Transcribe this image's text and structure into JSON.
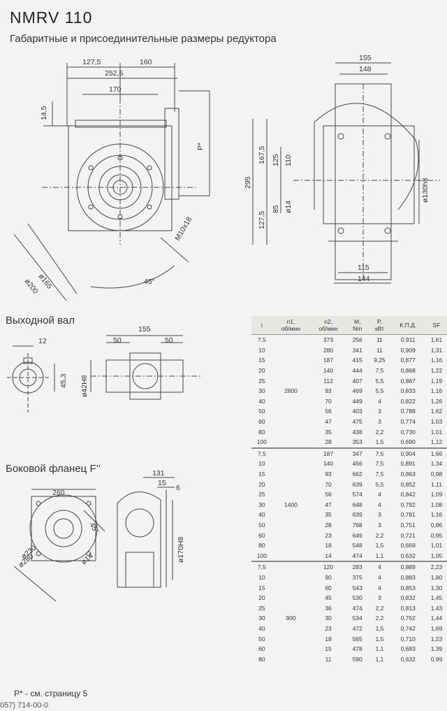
{
  "header": {
    "title": "NMRV   110",
    "subtitle": "Габаритные и присоединительные размеры редуктора"
  },
  "sections": {
    "output_shaft": "Выходной вал",
    "side_flange": "Боковой фланец F’’"
  },
  "dims_main": {
    "d127_5": "127,5",
    "d160": "160",
    "d252_5": "252,5",
    "d170": "170",
    "d14_5": "14,5",
    "p": "P*",
    "d165": "ø165",
    "d200": "ø200",
    "m10": "M10x18",
    "deg45": "45°"
  },
  "dims_side": {
    "d155": "155",
    "d148": "148",
    "d295": "295",
    "d167_5": "167,5",
    "d125": "125",
    "d110": "110",
    "d127_5": "127,5",
    "d85": "85",
    "d14": "ø14",
    "d130": "ø130h8",
    "d115": "115",
    "d144": "144"
  },
  "dims_shaft": {
    "d12": "12",
    "d45_3": "45,3",
    "d155": "155",
    "d50a": "50",
    "d50b": "50",
    "d42": "ø42H8"
  },
  "dims_flange": {
    "d260": "260",
    "d131": "131",
    "d15": "15",
    "d6": "6",
    "d45": "45°",
    "d230": "ø230",
    "d280": "ø280",
    "d14": "ø14",
    "d170": "ø170H8"
  },
  "table": {
    "headers": [
      [
        "i",
        ""
      ],
      [
        "n1,",
        "об/мин"
      ],
      [
        "n2,",
        "об/мин"
      ],
      [
        "M,",
        "Nm"
      ],
      [
        "P,",
        "кВт"
      ],
      [
        "К.П.Д.",
        ""
      ],
      [
        "SF",
        ""
      ]
    ],
    "groups": [
      {
        "n1": "2800",
        "rows": [
          [
            "7,5",
            "373",
            "256",
            "11",
            "0,911",
            "1,61"
          ],
          [
            "10",
            "280",
            "341",
            "11",
            "0,909",
            "1,31"
          ],
          [
            "15",
            "187",
            "415",
            "9,25",
            "0,877",
            "1,16"
          ],
          [
            "20",
            "140",
            "444",
            "7,5",
            "0,868",
            "1,22"
          ],
          [
            "25",
            "112",
            "407",
            "5,5",
            "0,867",
            "1,19"
          ],
          [
            "30",
            "93",
            "469",
            "5,5",
            "0,833",
            "1,16"
          ],
          [
            "40",
            "70",
            "449",
            "4",
            "0,822",
            "1,26"
          ],
          [
            "50",
            "56",
            "403",
            "3",
            "0,788",
            "1,62"
          ],
          [
            "60",
            "47",
            "475",
            "3",
            "0,774",
            "1,03"
          ],
          [
            "80",
            "35",
            "438",
            "2,2",
            "0,730",
            "1,01"
          ],
          [
            "100",
            "28",
            "353",
            "1,5",
            "0,690",
            "1,12"
          ]
        ]
      },
      {
        "n1": "1400",
        "rows": [
          [
            "7,5",
            "187",
            "347",
            "7,5",
            "0,904",
            "1,66"
          ],
          [
            "10",
            "140",
            "456",
            "7,5",
            "0,891",
            "1,34"
          ],
          [
            "15",
            "93",
            "662",
            "7,5",
            "0,863",
            "0,98"
          ],
          [
            "20",
            "70",
            "639",
            "5,5",
            "0,852",
            "1,11"
          ],
          [
            "25",
            "56",
            "574",
            "4",
            "0,842",
            "1,09"
          ],
          [
            "30",
            "47",
            "648",
            "4",
            "0,792",
            "1,08"
          ],
          [
            "40",
            "35",
            "639",
            "3",
            "0,781",
            "1,16"
          ],
          [
            "50",
            "28",
            "768",
            "3",
            "0,751",
            "0,86"
          ],
          [
            "60",
            "23",
            "649",
            "2,2",
            "0,721",
            "0,95"
          ],
          [
            "80",
            "18",
            "548",
            "1,5",
            "0,669",
            "1,01"
          ],
          [
            "100",
            "14",
            "474",
            "1,1",
            "0,632",
            "1,05"
          ]
        ]
      },
      {
        "n1": "900",
        "rows": [
          [
            "7,5",
            "120",
            "283",
            "4",
            "0,889",
            "2,23"
          ],
          [
            "10",
            "90",
            "375",
            "4",
            "0,883",
            "1,80"
          ],
          [
            "15",
            "60",
            "543",
            "4",
            "0,853",
            "1,30"
          ],
          [
            "20",
            "45",
            "530",
            "3",
            "0,832",
            "1,45"
          ],
          [
            "25",
            "36",
            "474",
            "2,2",
            "0,813",
            "1,43"
          ],
          [
            "30",
            "30",
            "534",
            "2,2",
            "0,762",
            "1,44"
          ],
          [
            "40",
            "23",
            "472",
            "1,5",
            "0,742",
            "1,69"
          ],
          [
            "50",
            "18",
            "565",
            "1,5",
            "0,710",
            "1,23"
          ],
          [
            "60",
            "15",
            "478",
            "1,1",
            "0,683",
            "1,39"
          ],
          [
            "80",
            "11",
            "590",
            "1,1",
            "0,632",
            "0,99"
          ]
        ]
      }
    ]
  },
  "footer": {
    "note": "P* - см. страницу 5",
    "phone": "057) 714-00-0"
  }
}
